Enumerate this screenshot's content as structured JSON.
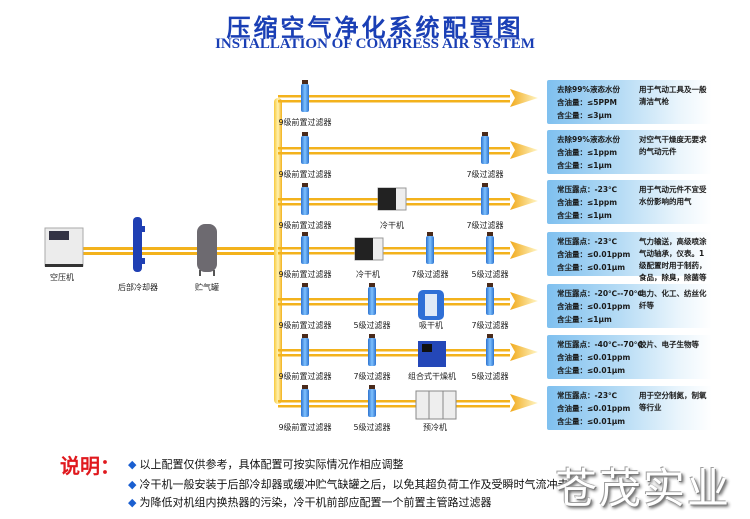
{
  "title": {
    "cn": "压缩空气净化系统配置图",
    "en": "INSTALLATION OF COMPRESS AIR SYSTEM"
  },
  "main_line": {
    "compressor": "空压机",
    "aftercooler": "后部冷却器",
    "tank": "贮气罐"
  },
  "branches": [
    {
      "components": [
        "9级前置过滤器"
      ],
      "spec": [
        "去除99%液态水份",
        "含油量：≤5PPM",
        "含尘量：≤3μm"
      ],
      "use": "用于气动工具及一般清洁气枪"
    },
    {
      "components": [
        "9级前置过滤器",
        "7级过滤器"
      ],
      "spec": [
        "去除99%液态水份",
        "含油量：≤1ppm",
        "含尘量：≤1μm"
      ],
      "use": "对空气干燥度无要求的气动元件"
    },
    {
      "components": [
        "9级前置过滤器",
        "冷干机",
        "7级过滤器"
      ],
      "spec": [
        "常压露点：-23℃",
        "含油量：≤1ppm",
        "含尘量：≤1μm"
      ],
      "use": "用于气动元件不宜受水份影响的用气"
    },
    {
      "components": [
        "9级前置过滤器",
        "冷干机",
        "7级过滤器",
        "5级过滤器"
      ],
      "spec": [
        "常压露点：-23℃",
        "含油量：≤0.01ppm",
        "含尘量：≤0.01μm"
      ],
      "use": "气力输送，高级喷涂气动轴承，仪表。1级配置时用于制药，食品，除臭，除菌等"
    },
    {
      "components": [
        "9级前置过滤器",
        "5级过滤器",
        "吸干机",
        "7级过滤器"
      ],
      "spec": [
        "常压露点：-20℃--70℃",
        "含油量：≤0.01ppm",
        "含尘量：≤1μm"
      ],
      "use": "电力、化工、纺丝化纤等"
    },
    {
      "components": [
        "9级前置过滤器",
        "7级过滤器",
        "组合式干燥机",
        "5级过滤器"
      ],
      "spec": [
        "常压露点：-40℃--70℃",
        "含油量：≤0.01ppm",
        "含尘量：≤0.01μm"
      ],
      "use": "胶片、电子生物等"
    },
    {
      "components": [
        "9级前置过滤器",
        "5级过滤器",
        "预冷机"
      ],
      "spec": [
        "常压露点：-23℃",
        "含油量：≤0.01ppm",
        "含尘量：≤0.01μm"
      ],
      "use": "用于空分制氮，制氧等行业"
    }
  ],
  "notes": {
    "title": "说明：",
    "items": [
      "以上配置仅供参考，具体配置可按实际情况作相应调整",
      "冷干机一般安装于后部冷却器或缓冲贮气缺罐之后，以免其超负荷工作及受瞬时气流冲击",
      "为降低对机组内换热器的污染，冷干机前部应配置一个前置主管路过滤器"
    ]
  },
  "watermark": "苍茂实业",
  "colors": {
    "title": "#1a3fb5",
    "pipe": "#f3b21c",
    "filter": "#3f8ee6",
    "note_title": "#e0191e",
    "spec_box": "#7fc0ef"
  }
}
